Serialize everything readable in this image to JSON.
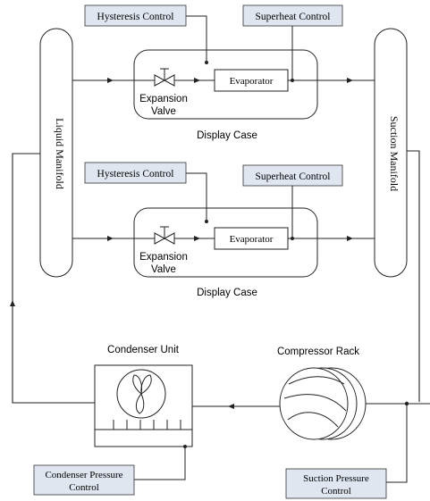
{
  "top_case": {
    "hysteresis_label": "Hysteresis Control",
    "superheat_label": "Superheat Control",
    "evaporator_label": "Evaporator",
    "expansion_label_line1": "Expansion",
    "expansion_label_line2": "Valve",
    "case_label": "Display Case"
  },
  "bottom_case": {
    "hysteresis_label": "Hysteresis Control",
    "superheat_label": "Superheat Control",
    "evaporator_label": "Evaporator",
    "expansion_label_line1": "Expansion",
    "expansion_label_line2": "Valve",
    "case_label": "Display Case"
  },
  "liquid_manifold_label": "Liquid Manifold",
  "suction_manifold_label": "Suction Manifold",
  "condenser_unit_label": "Condenser Unit",
  "compressor_rack_label": "Compressor Rack",
  "condenser_pressure_line1": "Condenser Pressure",
  "condenser_pressure_line2": "Control",
  "suction_pressure_line1": "Suction Pressure",
  "suction_pressure_line2": "Control",
  "colors": {
    "control_box_fill": "#dfe6f0",
    "line": "#222222"
  }
}
